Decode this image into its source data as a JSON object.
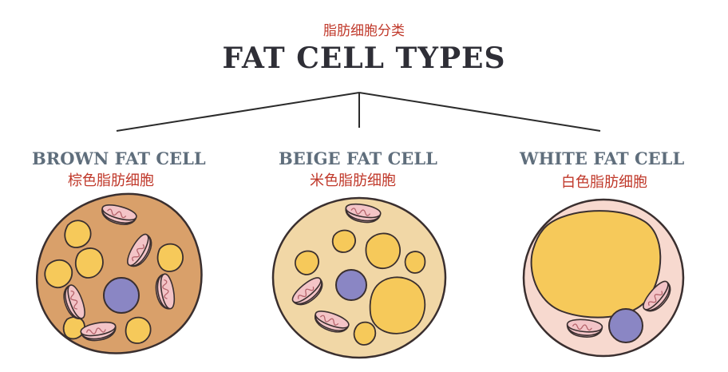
{
  "header": {
    "subtitle_cn": "脂肪细胞分类",
    "title": "FAT CELL TYPES"
  },
  "cells": [
    {
      "name_en": "BROWN FAT CELL",
      "name_cn": "棕色脂肪细胞"
    },
    {
      "name_en": "BEIGE FAT CELL",
      "name_cn": "米色脂肪细胞"
    },
    {
      "name_en": "WHITE FAT CELL",
      "name_cn": "白色脂肪细胞"
    }
  ],
  "colors": {
    "title": "#2e2e36",
    "label_en": "#5f6e7c",
    "label_cn": "#c0392b",
    "brown_cytoplasm": "#d9a06a",
    "beige_cytoplasm": "#f1d7a6",
    "white_cytoplasm": "#f7d9cf",
    "lipid": "#f6c95a",
    "nucleus": "#8a86c4",
    "mitochondria": "#f3c4c7"
  }
}
